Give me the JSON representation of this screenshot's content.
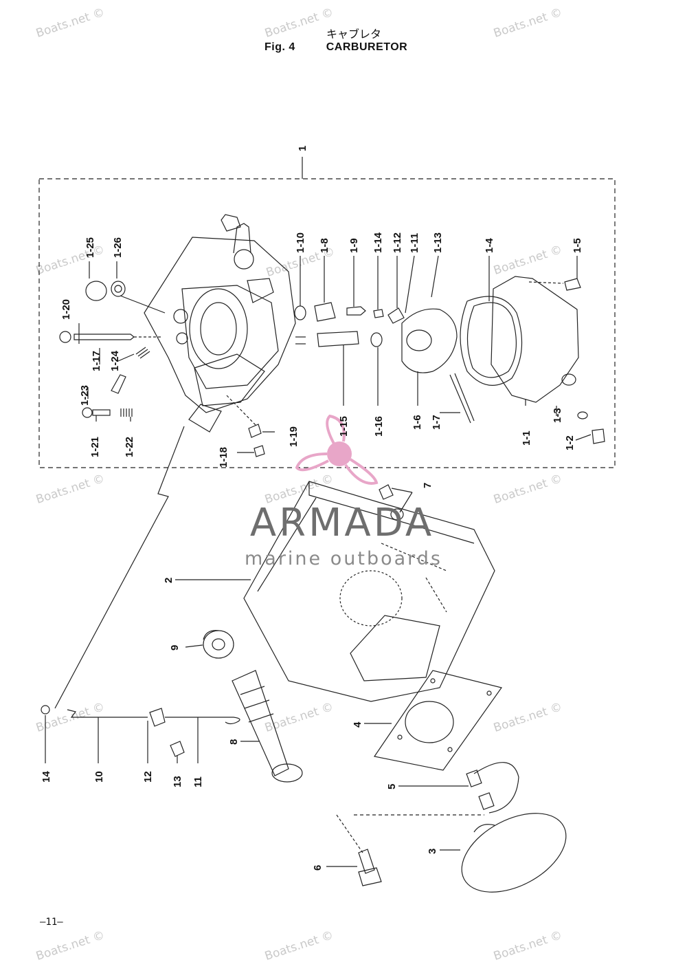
{
  "header": {
    "title_jp": "キャブレタ",
    "fig_label": "Fig. 4",
    "title": "CARBURETOR"
  },
  "callouts": {
    "c1": "1",
    "c1_1": "1-1",
    "c1_2": "1-2",
    "c1_3": "1-3",
    "c1_4": "1-4",
    "c1_5": "1-5",
    "c1_6": "1-6",
    "c1_7": "1-7",
    "c1_8": "1-8",
    "c1_9": "1-9",
    "c1_10": "1-10",
    "c1_11": "1-11",
    "c1_12": "1-12",
    "c1_13": "1-13",
    "c1_14": "1-14",
    "c1_15": "1-15",
    "c1_16": "1-16",
    "c1_17": "1-17",
    "c1_18": "1-18",
    "c1_19": "1-19",
    "c1_20": "1-20",
    "c1_21": "1-21",
    "c1_22": "1-22",
    "c1_23": "1-23",
    "c1_24": "1-24",
    "c1_25": "1-25",
    "c1_26": "1-26",
    "c2": "2",
    "c3": "3",
    "c4": "4",
    "c5": "5",
    "c6": "6",
    "c7": "7",
    "c8": "8",
    "c9": "9",
    "c10": "10",
    "c11": "11",
    "c12": "12",
    "c13": "13",
    "c14": "14"
  },
  "watermark": {
    "text": "Boats.net ©"
  },
  "brand": {
    "name": "ARMADA",
    "tagline": "marine outboards",
    "logo_color": "#e8a6c8"
  },
  "footer": {
    "page_number": "—11—"
  }
}
